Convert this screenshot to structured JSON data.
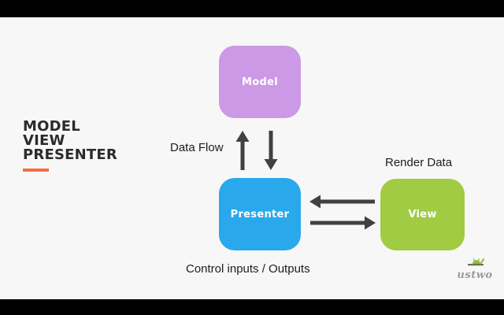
{
  "slide": {
    "background": "#f7f7f7",
    "letterbox_color": "#000000"
  },
  "title": {
    "line1": "MODEL",
    "line2": "VIEW",
    "line3": "PRESENTER",
    "text_color": "#2b2b2b",
    "underline_color": "#f4703d"
  },
  "nodes": {
    "model": {
      "label": "Model",
      "color": "#cc99e6"
    },
    "presenter": {
      "label": "Presenter",
      "color": "#29a9ec"
    },
    "view": {
      "label": "View",
      "color": "#a0cb43"
    }
  },
  "labels": {
    "data_flow": "Data Flow",
    "render_data": "Render Data",
    "control_io": "Control inputs / Outputs"
  },
  "arrows": {
    "color": "#414141",
    "model_presenter": "bidirectional-vertical",
    "presenter_view": "bidirectional-horizontal"
  },
  "logo": {
    "text": "ustwo",
    "icon": "android-icon",
    "icon_color": "#8cbe3d",
    "text_color": "#9b9b9b"
  }
}
